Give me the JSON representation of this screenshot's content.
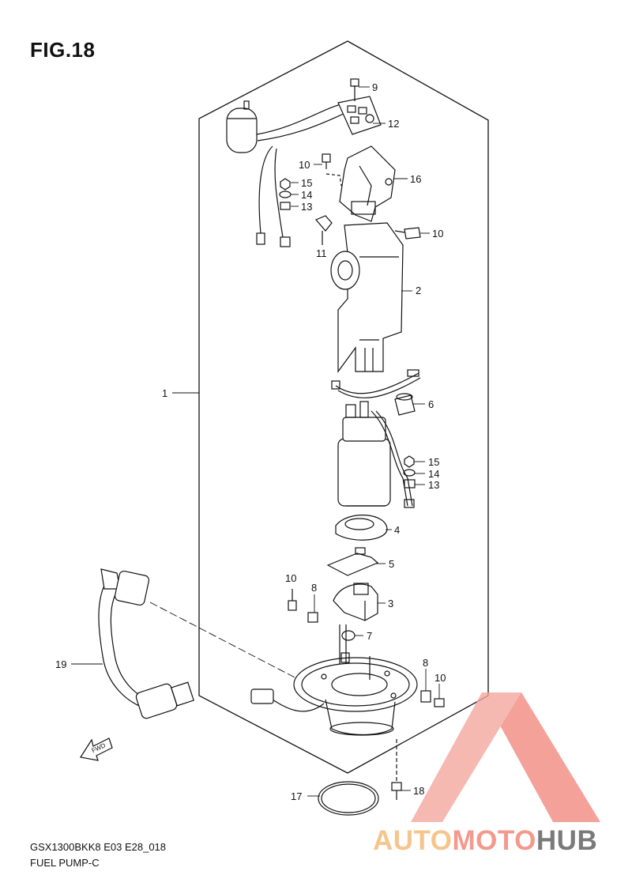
{
  "header": {
    "title": "FIG.18"
  },
  "footer": {
    "model_code": "GSX1300BKK8 E03 E28_018",
    "section_name": "FUEL PUMP-C"
  },
  "direction_marker": {
    "label": "FWD"
  },
  "watermark": {
    "part1": "AUTO",
    "part2": "MOTO",
    "part3": "HUB"
  },
  "callouts": [
    {
      "id": "c9",
      "text": "9"
    },
    {
      "id": "c12",
      "text": "12"
    },
    {
      "id": "c16",
      "text": "16"
    },
    {
      "id": "c10a",
      "text": "10"
    },
    {
      "id": "c15a",
      "text": "15"
    },
    {
      "id": "c14a",
      "text": "14"
    },
    {
      "id": "c13a",
      "text": "13"
    },
    {
      "id": "c10b",
      "text": "10"
    },
    {
      "id": "c11",
      "text": "11"
    },
    {
      "id": "c2",
      "text": "2"
    },
    {
      "id": "c1",
      "text": "1"
    },
    {
      "id": "c6",
      "text": "6"
    },
    {
      "id": "c15b",
      "text": "15"
    },
    {
      "id": "c14b",
      "text": "14"
    },
    {
      "id": "c13b",
      "text": "13"
    },
    {
      "id": "c4",
      "text": "4"
    },
    {
      "id": "c5",
      "text": "5"
    },
    {
      "id": "c10c",
      "text": "10"
    },
    {
      "id": "c8a",
      "text": "8"
    },
    {
      "id": "c3",
      "text": "3"
    },
    {
      "id": "c7",
      "text": "7"
    },
    {
      "id": "c19",
      "text": "19"
    },
    {
      "id": "c8b",
      "text": "8"
    },
    {
      "id": "c10d",
      "text": "10"
    },
    {
      "id": "c17",
      "text": "17"
    },
    {
      "id": "c18",
      "text": "18"
    }
  ]
}
